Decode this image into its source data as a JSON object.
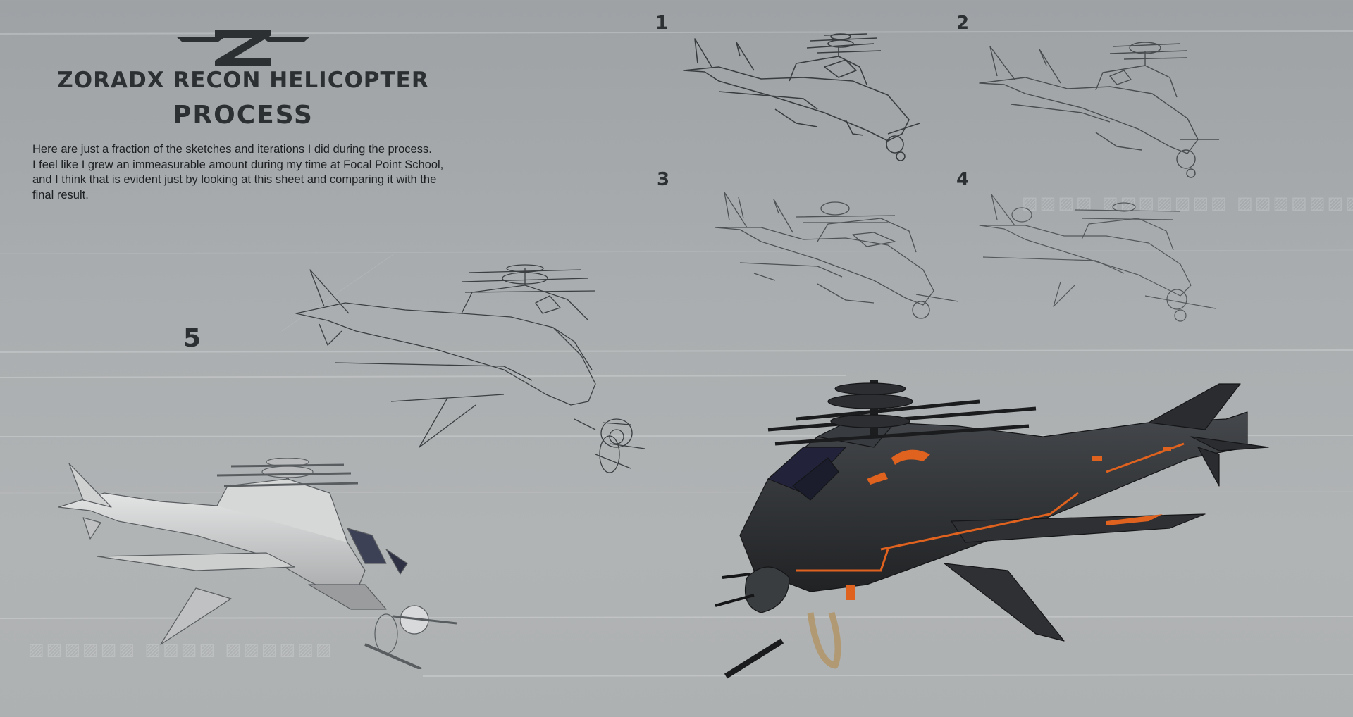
{
  "header": {
    "title": "ZORADX RECON HELICOPTER",
    "subtitle": "PROCESS",
    "logo_icon": "zoradx-logo-icon"
  },
  "description": {
    "lines": [
      "Here are just a fraction of the sketches and iterations I did during the process.",
      "I feel like I grew an immeasurable amount during my time at Focal Point School,",
      "and I think that is evident just by looking at this sheet and comparing it with the",
      "final result."
    ]
  },
  "steps": [
    {
      "label": "1"
    },
    {
      "label": "2"
    },
    {
      "label": "3"
    },
    {
      "label": "4"
    },
    {
      "label": "5"
    }
  ],
  "colors": {
    "background": "#a8acae",
    "text": "#2d3033",
    "sketch_line": "#3a3d40",
    "final_body": "#2b2d30",
    "accent_orange": "#e0621f",
    "strap_tan": "#b19a73"
  }
}
